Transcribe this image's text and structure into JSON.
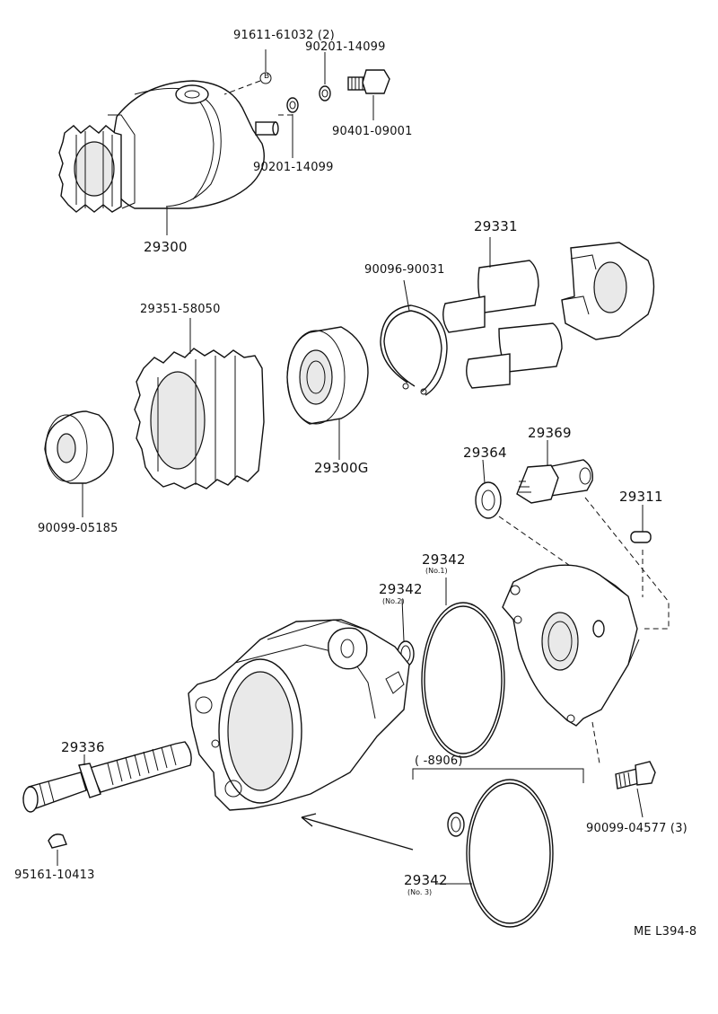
{
  "labels": {
    "p91611": "91611-61032 (2)",
    "p90201_top": "90201-14099",
    "p90401": "90401-09001",
    "p90201_mid": "90201-14099",
    "p29300": "29300",
    "p29331": "29331",
    "p90096": "90096-90031",
    "p29351": "29351-58050",
    "p29300G": "29300G",
    "p90099_05185": "90099-05185",
    "p29364": "29364",
    "p29369": "29369",
    "p29311": "29311",
    "p29342_no1": "29342",
    "p29342_no1_sub": "(No.1)",
    "p29342_no2": "29342",
    "p29342_no2_sub": "(No.2)",
    "p29336": "29336",
    "p8906": "(      -8906)",
    "p90099_04577": "90099-04577 (3)",
    "p95161": "95161-10413",
    "p29342_no3": "29342",
    "p29342_no3_sub": "(No. 3)",
    "circle_b": "B",
    "code": "ME L394-8"
  }
}
